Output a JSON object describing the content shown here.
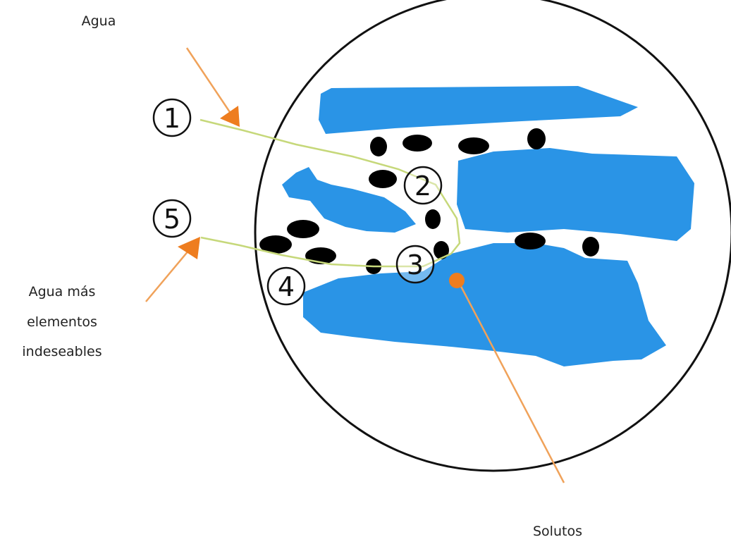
{
  "labels": {
    "water_in": "Agua",
    "water_out": [
      "Agua más",
      "elementos",
      "indeseables"
    ],
    "solutes": "Solutos"
  },
  "steps": [
    "1",
    "2",
    "3",
    "4",
    "5"
  ],
  "colors": {
    "fiber": "#2a94e6",
    "particle": "#000000",
    "arrow": "#f0a25a",
    "arrow_head": "#ee7d1f",
    "path_line": "#c6d87a",
    "outline": "#111111"
  }
}
